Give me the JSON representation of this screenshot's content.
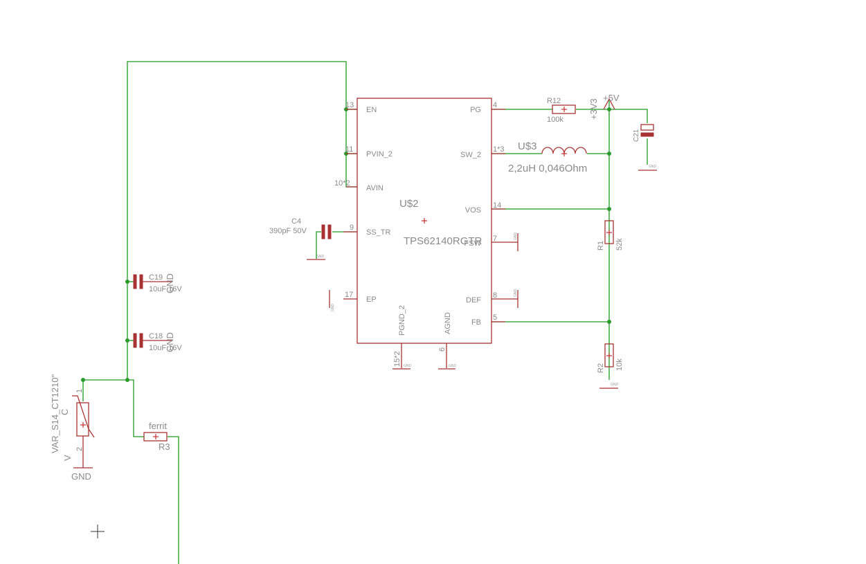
{
  "schematic": {
    "ic": {
      "name": "U$2",
      "value": "TPS62140RGTR",
      "pins_left": [
        {
          "num": "13",
          "name": "EN"
        },
        {
          "num": "11",
          "name": "PVIN_2"
        },
        {
          "num": "10*2",
          "name": "AVIN"
        },
        {
          "num": "9",
          "name": "SS_TR"
        },
        {
          "num": "17",
          "name": "EP"
        }
      ],
      "pins_right": [
        {
          "num": "4",
          "name": "PG"
        },
        {
          "num": "1*3",
          "name": "SW_2"
        },
        {
          "num": "14",
          "name": "VOS"
        },
        {
          "num": "7",
          "name": "FSW"
        },
        {
          "num": "8",
          "name": "DEF"
        },
        {
          "num": "5",
          "name": "FB"
        }
      ],
      "pins_bottom": [
        {
          "num": "15*2",
          "name": "PGND_2"
        },
        {
          "num": "6",
          "name": "AGND"
        }
      ]
    },
    "inductor": {
      "name": "U$3",
      "value": "2,2uH 0,046Ohm"
    },
    "r12": {
      "name": "R12",
      "value": "100k"
    },
    "r1": {
      "name": "R1",
      "value": "52k"
    },
    "r2": {
      "name": "R2",
      "value": "10k"
    },
    "r3": {
      "name": "R3",
      "value": "ferrit"
    },
    "c4": {
      "name": "C4",
      "value": "390pF 50V"
    },
    "c19": {
      "name": "C19",
      "value": "10uF 16V"
    },
    "c18": {
      "name": "C18",
      "value": "10uF 16V"
    },
    "c21": {
      "name": "C21"
    },
    "varistor": {
      "name": "VAR_S14_CT1210\"",
      "pin1": "1",
      "pin2": "2",
      "v_label": "V",
      "c_label": "C"
    },
    "supply": {
      "v3": "+3V3",
      "v5": "+5V"
    },
    "gnd_label": "GND",
    "gnd_small": "GND",
    "gnd_overlap": "GND"
  }
}
